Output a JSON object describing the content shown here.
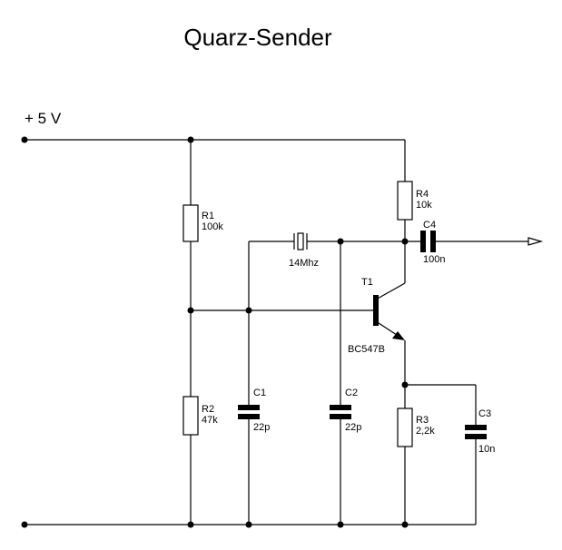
{
  "title": "Quarz-Sender",
  "supply_label": "+ 5 V",
  "components": {
    "r1": {
      "ref": "R1",
      "value": "100k"
    },
    "r2": {
      "ref": "R2",
      "value": "47k"
    },
    "r3": {
      "ref": "R3",
      "value": "2,2k"
    },
    "r4": {
      "ref": "R4",
      "value": "10k"
    },
    "c1": {
      "ref": "C1",
      "value": "22p"
    },
    "c2": {
      "ref": "C2",
      "value": "22p"
    },
    "c3": {
      "ref": "C3",
      "value": "10n"
    },
    "c4": {
      "ref": "C4",
      "value": "100n"
    },
    "t1": {
      "ref": "T1",
      "value": "BC547B"
    },
    "crystal": {
      "value": "14Mhz"
    }
  }
}
